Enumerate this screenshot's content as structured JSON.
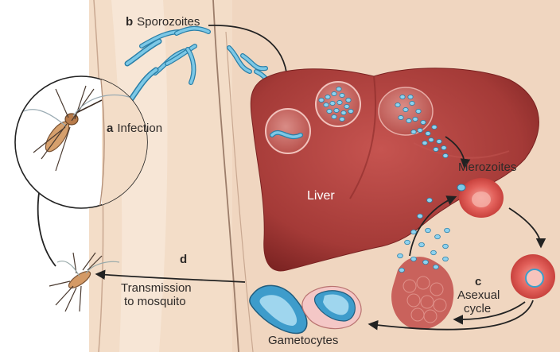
{
  "labels": {
    "sporozoites": {
      "letter": "b",
      "text": "Sporozoites"
    },
    "infection": {
      "letter": "a",
      "text": "Infection"
    },
    "liver": "Liver",
    "merozoites": "Merozoites",
    "asexual": {
      "letter": "c",
      "line1": "Asexual",
      "line2": "cycle"
    },
    "transmission": {
      "letter": "d",
      "line1": "Transmission",
      "line2": "to mosquito"
    },
    "gametocytes": "Gametocytes"
  },
  "colors": {
    "skin": "#f3ddc8",
    "liver": "#a83a38",
    "liver_dark": "#7e2524",
    "parasite": "#5fb6d8",
    "rbc": "#e2605a",
    "arrow": "#222222"
  }
}
